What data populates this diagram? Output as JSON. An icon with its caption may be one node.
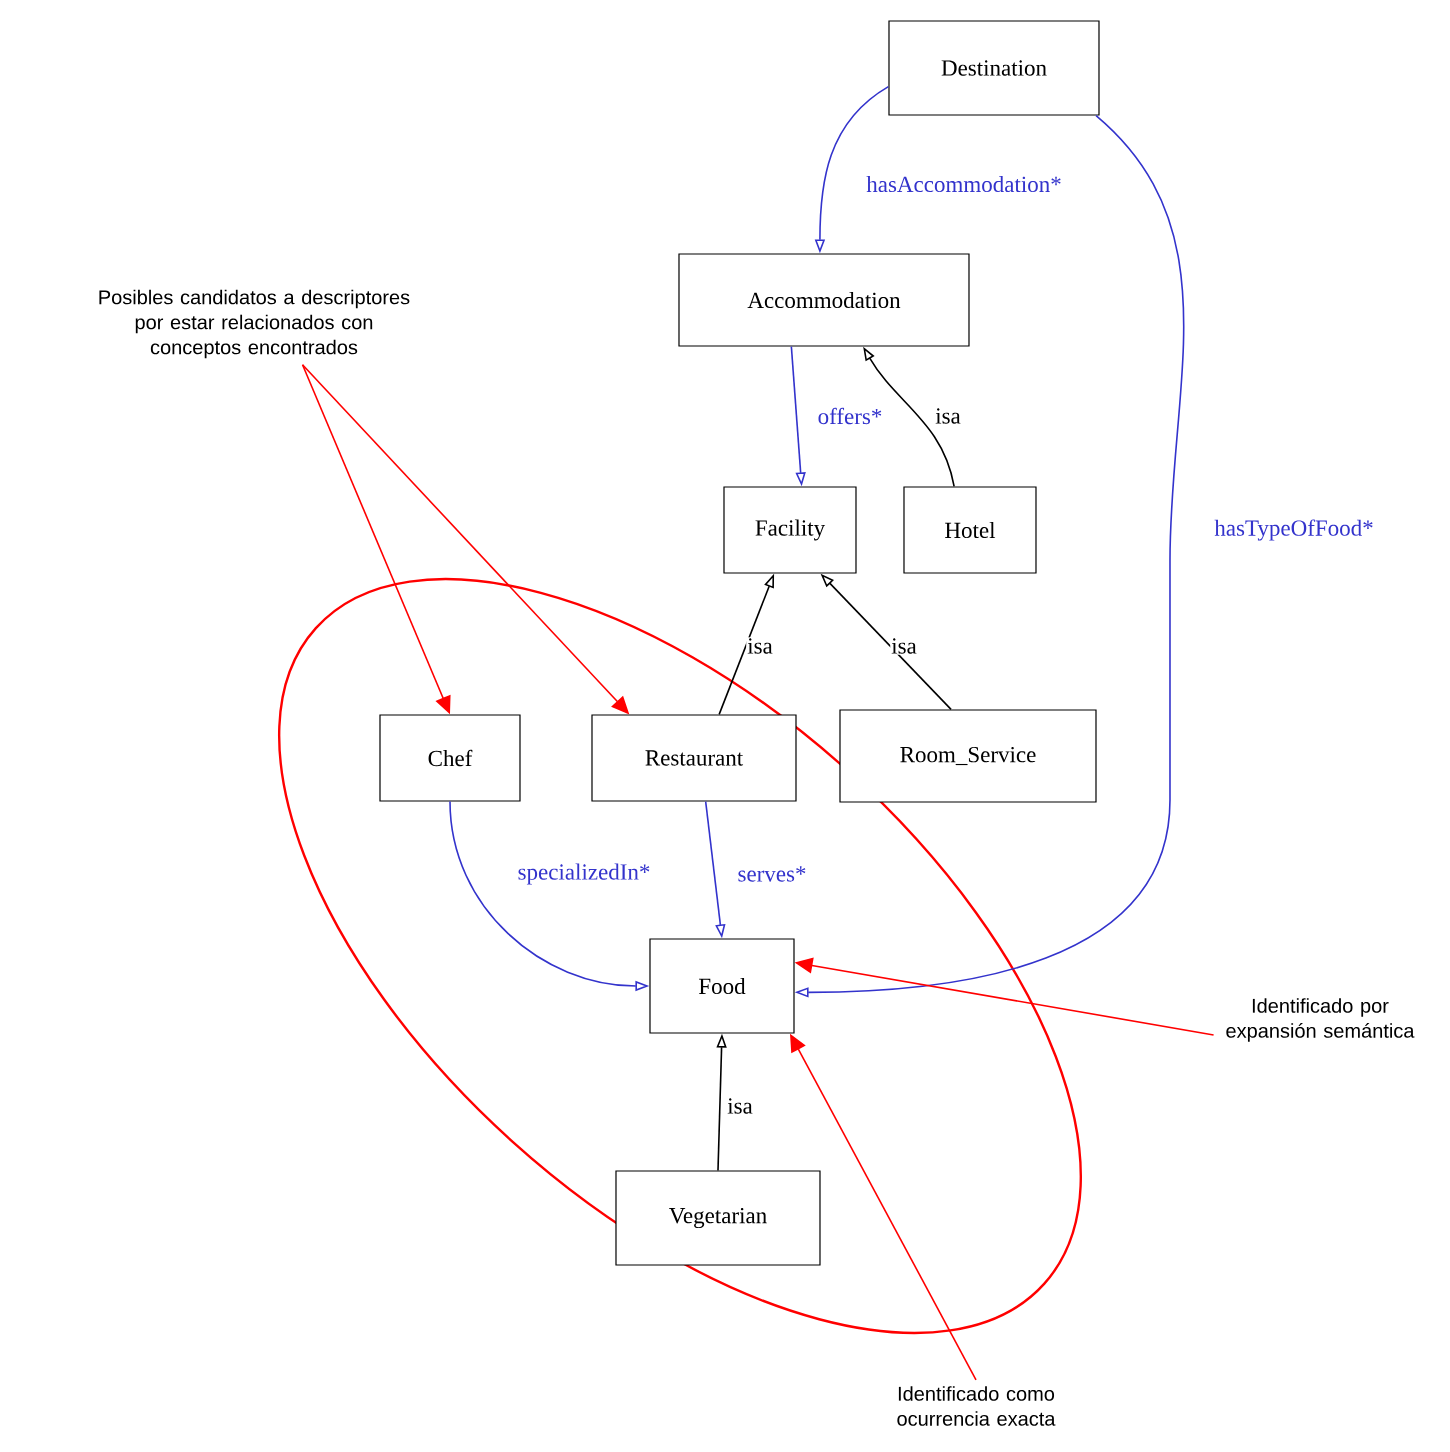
{
  "diagram": {
    "nodes": [
      {
        "text": [
          "Destination"
        ]
      },
      {
        "text": [
          "Accommodation"
        ]
      },
      {
        "text": [
          "Facility"
        ]
      },
      {
        "text": [
          "Hotel"
        ]
      },
      {
        "text": [
          "Chef"
        ]
      },
      {
        "text": [
          "Restaurant"
        ]
      },
      {
        "text": [
          "Room_Service"
        ]
      },
      {
        "text": [
          "Food"
        ]
      },
      {
        "text": [
          "Vegetarian"
        ]
      },
      {
        "text": [
          "Posibles candidatos a descriptores por estar relacionados con conceptos encontrados"
        ]
      },
      {
        "text": [
          "Identificado por expansión semántica"
        ]
      },
      {
        "text": [
          "Identificado como ocurrencia exacta"
        ]
      }
    ],
    "edges": [
      {
        "from": 0,
        "to": 1,
        "arrow": "to",
        "label": "hasAccommodation*"
      },
      {
        "from": 0,
        "to": 7,
        "arrow": "to",
        "label": "hasTypeOfFood*"
      },
      {
        "from": 1,
        "to": 2,
        "arrow": "to",
        "label": "offers*"
      },
      {
        "from": 3,
        "to": 1,
        "arrow": "to",
        "label": "isa",
        "color": "#000000"
      },
      {
        "from": 5,
        "to": 2,
        "arrow": "to",
        "label": "isa",
        "color": "#000000"
      },
      {
        "from": 6,
        "to": 2,
        "arrow": "to",
        "label": "isa",
        "color": "#000000"
      },
      {
        "from": 4,
        "to": 7,
        "arrow": "to",
        "label": "specializedIn*"
      },
      {
        "from": 5,
        "to": 7,
        "arrow": "to",
        "label": "serves*"
      },
      {
        "from": 8,
        "to": 7,
        "arrow": "to",
        "label": "isa",
        "color": "#000000"
      },
      {
        "from": 9,
        "to": 4,
        "arrow": "to",
        "color": "#ff0000"
      },
      {
        "from": 9,
        "to": 5,
        "arrow": "to",
        "color": "#ff0000"
      },
      {
        "from": 10,
        "to": 7,
        "arrow": "to",
        "color": "#ff0000"
      },
      {
        "from": 11,
        "to": 7,
        "arrow": "to",
        "color": "#ff0000"
      }
    ]
  }
}
